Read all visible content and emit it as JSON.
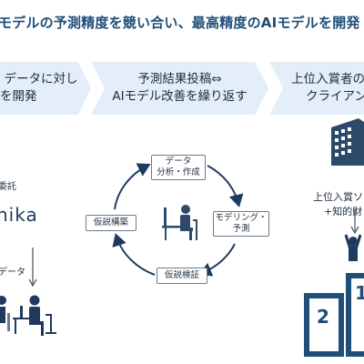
{
  "headline": "モデルの予測精度を競い合い、最高精度のAIモデルを開発",
  "steps": [
    {
      "line1": "データに対し",
      "line2": "を開発"
    },
    {
      "line1": "予測結果投稿⇔",
      "line2": "AIモデル改善を繰り返す"
    },
    {
      "line1": "上位入賞者の",
      "line2": "クライアン"
    }
  ],
  "left": {
    "label_top": "委託",
    "brand": "hika",
    "label_data": "データ"
  },
  "cycle": {
    "box_data": {
      "line1": "データ",
      "line2": "分析・作成"
    },
    "box_model": {
      "line1": "モデリング・",
      "line2": "予測"
    },
    "box_verify": "仮説検証",
    "box_build": "仮説構築"
  },
  "right": {
    "line1": "上位入賞ソ",
    "line2": "+知的財"
  },
  "podium": {
    "first": "1",
    "second": "2"
  },
  "colors": {
    "headline": "#1f4e79",
    "chevron": "#e3eef9",
    "navy": "#1f3a5f",
    "podium": "#1f4e79",
    "icon": "#2e4a6b"
  }
}
